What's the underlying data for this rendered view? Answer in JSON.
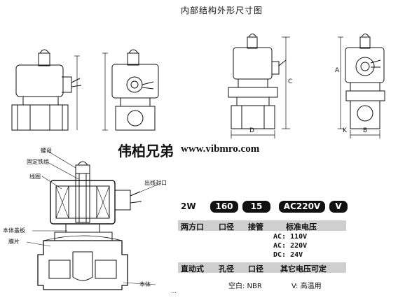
{
  "title": "内部结构外形尺寸图",
  "brand": "伟柏兄弟",
  "url": "www.vibmro.com",
  "callouts": {
    "nut": "螺母",
    "iron_core": "固定铁组",
    "coil": "线圈",
    "cable_seal": "出线封口",
    "body_cover": "本体盖板",
    "diaphragm": "膜片",
    "body": "本体"
  },
  "dim_letters": [
    "D",
    "C",
    "A",
    "K",
    "B"
  ],
  "model_code": [
    "2W",
    "160",
    "15",
    "AC220V",
    "V"
  ],
  "band1": [
    "两方口",
    "口径",
    "接管",
    "标准电压"
  ],
  "voltages": [
    "AC: 110V",
    "AC: 220V",
    "DC: 24V"
  ],
  "band2": [
    "直动式",
    "孔径",
    "口径",
    "其它电压可定"
  ],
  "seal_note": [
    "空白: NBR",
    "V: 高温用"
  ],
  "cut_text": "…"
}
